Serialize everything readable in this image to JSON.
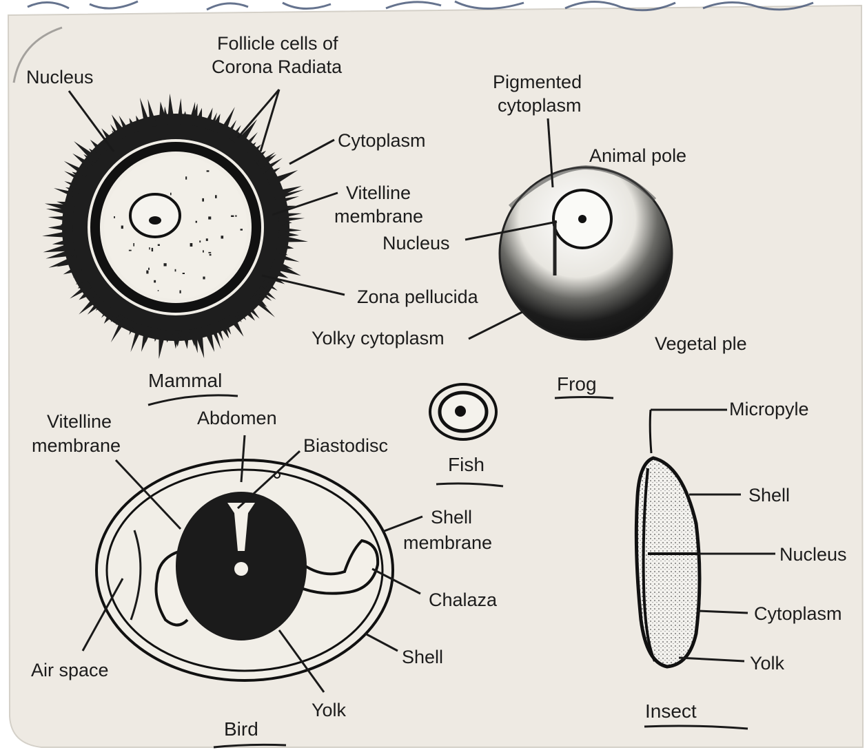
{
  "header_scrawl": "",
  "mammal": {
    "caption": "Mammal",
    "labels": {
      "nucleus": "Nucleus",
      "follicle_line1": "Follicle cells of",
      "follicle_line2": "Corona Radiata",
      "cytoplasm": "Cytoplasm",
      "vitelline_line1": "Vitelline",
      "vitelline_line2": "membrane",
      "zona": "Zona pellucida"
    }
  },
  "frog": {
    "caption": "Frog",
    "labels": {
      "pigmented_line1": "Pigmented",
      "pigmented_line2": "cytoplasm",
      "animal_pole": "Animal pole",
      "nucleus": "Nucleus",
      "yolky": "Yolky cytoplasm",
      "vegetal": "Vegetal ple"
    }
  },
  "fish": {
    "caption": "Fish"
  },
  "bird": {
    "caption": "Bird",
    "labels": {
      "vitelline_line1": "Vitelline",
      "vitelline_line2": "membrane",
      "abdomen": "Abdomen",
      "blastodisc": "Biastodisc",
      "shell_membrane_line1": "Shell",
      "shell_membrane_line2": "membrane",
      "chalaza": "Chalaza",
      "shell": "Shell",
      "air_space": "Air space",
      "yolk": "Yolk"
    }
  },
  "insect": {
    "caption": "Insect",
    "labels": {
      "micropyle": "Micropyle",
      "shell": "Shell",
      "nucleus": "Nucleus",
      "cytoplasm": "Cytoplasm",
      "yolk": "Yolk"
    }
  }
}
